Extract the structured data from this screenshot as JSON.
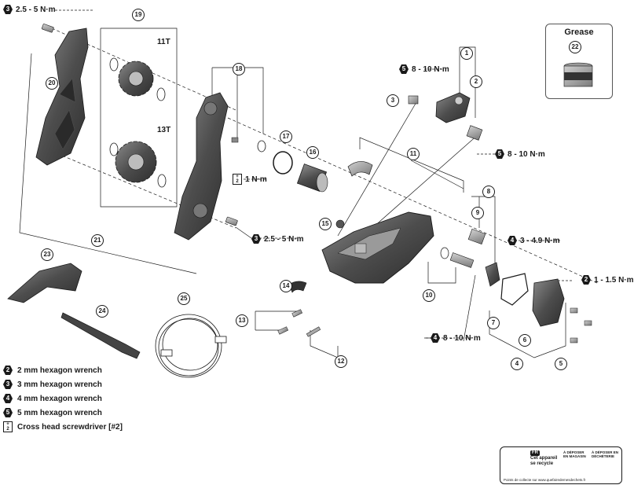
{
  "torque_specs": {
    "top_left": {
      "tool": "3",
      "value": "2.5 - 5 N·m"
    },
    "top_center": {
      "tool": "5",
      "value": "8 - 10 N·m"
    },
    "right_mid": {
      "tool": "5",
      "value": "8 - 10 N·m"
    },
    "screw_1nm": {
      "tool": "screw",
      "value": "1 N·m"
    },
    "pulley_bolt": {
      "tool": "3",
      "value": "2.5 - 5 N·m"
    },
    "right_4nm": {
      "tool": "4",
      "value": "3 - 4.9 N·m"
    },
    "far_right": {
      "tool": "2",
      "value": "1 - 1.5 N·m"
    },
    "bottom_mid": {
      "tool": "4",
      "value": "8 - 10 N·m"
    }
  },
  "pulley_labels": {
    "upper": "11T",
    "lower": "13T"
  },
  "part_numbers": [
    "1",
    "2",
    "3",
    "4",
    "5",
    "6",
    "7",
    "8",
    "9",
    "10",
    "11",
    "12",
    "13",
    "14",
    "15",
    "16",
    "17",
    "18",
    "19",
    "20",
    "21",
    "22",
    "23",
    "24",
    "25"
  ],
  "grease": {
    "title": "Grease",
    "part": "22"
  },
  "legend": [
    {
      "icon": "2",
      "label": "2 mm hexagon wrench"
    },
    {
      "icon": "3",
      "label": "3 mm hexagon wrench"
    },
    {
      "icon": "4",
      "label": "4 mm hexagon wrench"
    },
    {
      "icon": "5",
      "label": "5 mm hexagon wrench"
    },
    {
      "icon": "screw",
      "label": "Cross head screwdriver [#2]"
    }
  ],
  "recycle_label": {
    "badge": "FR",
    "line1": "Cet appareil",
    "line2": "se recycle",
    "col2": "À DÉPOSER EN MAGASIN",
    "col3": "À DÉPOSER EN DÉCHÈTERIE",
    "note": "Points de collecte sur www.quefairedemesdechets.fr"
  },
  "colors": {
    "ink": "#1a1a1a",
    "part_dark": "#4a4a4a",
    "part_mid": "#6e6e6e",
    "part_light": "#a8a8a8"
  }
}
